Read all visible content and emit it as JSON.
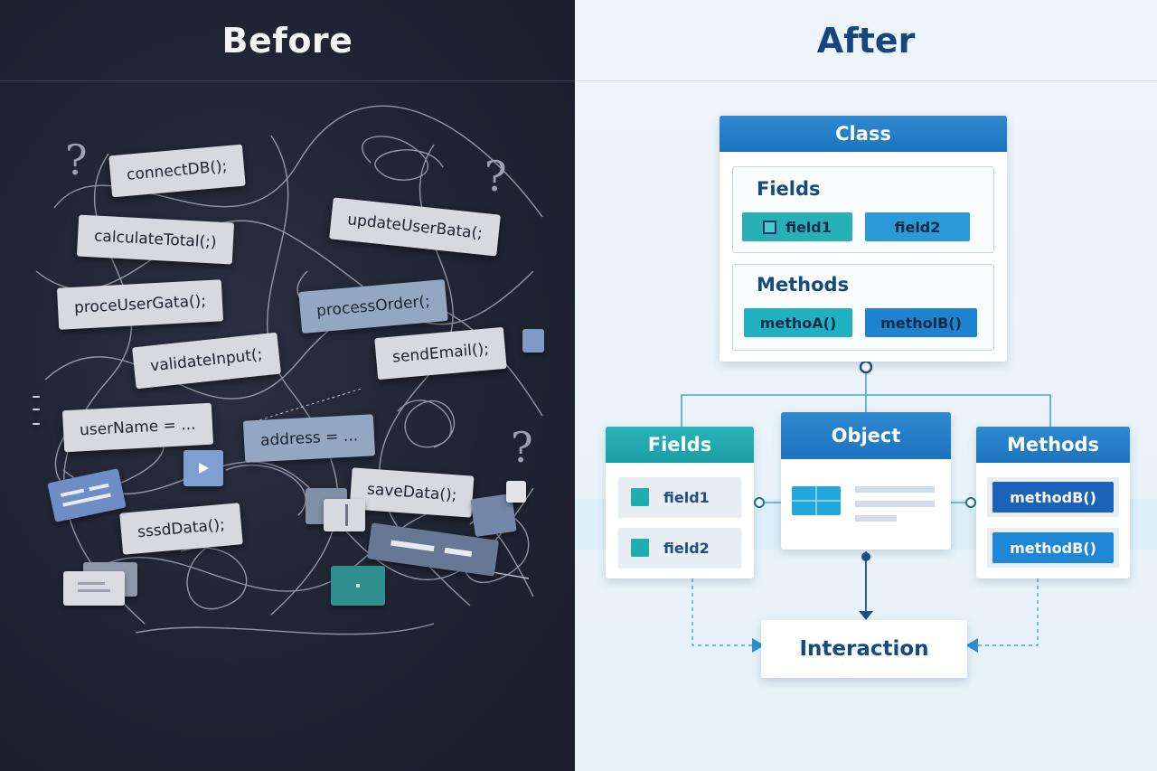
{
  "before": {
    "title": "Before",
    "chips": [
      {
        "label": "connectDB();"
      },
      {
        "label": "calculateTotal(;)"
      },
      {
        "label": "updateUserBata(;"
      },
      {
        "label": "proceUserGata();"
      },
      {
        "label": "processOrder(;"
      },
      {
        "label": "validateInput(;"
      },
      {
        "label": "sendEmail();"
      },
      {
        "label": "userName = ..."
      },
      {
        "label": "address = ..."
      },
      {
        "label": "saveData();"
      },
      {
        "label": "sssdData();"
      }
    ],
    "question_mark": "?"
  },
  "after": {
    "title": "After",
    "class_box": {
      "title": "Class",
      "fields_title": "Fields",
      "fields": [
        "field1",
        "field2"
      ],
      "methods_title": "Methods",
      "methods": [
        "methoA()",
        "metholB()"
      ]
    },
    "fields_box": {
      "title": "Fields",
      "items": [
        "field1",
        "field2"
      ]
    },
    "object_box": {
      "title": "Object"
    },
    "methods_box": {
      "title": "Methods",
      "items": [
        "methodB()",
        "methodB()"
      ]
    },
    "interaction": "Interaction"
  },
  "colors": {
    "dark_bg": "#1f2432",
    "light_bg": "#eaf3f9",
    "accent_blue": "#1d74be",
    "accent_teal": "#1a9ea6",
    "title_navy": "#16467e"
  }
}
